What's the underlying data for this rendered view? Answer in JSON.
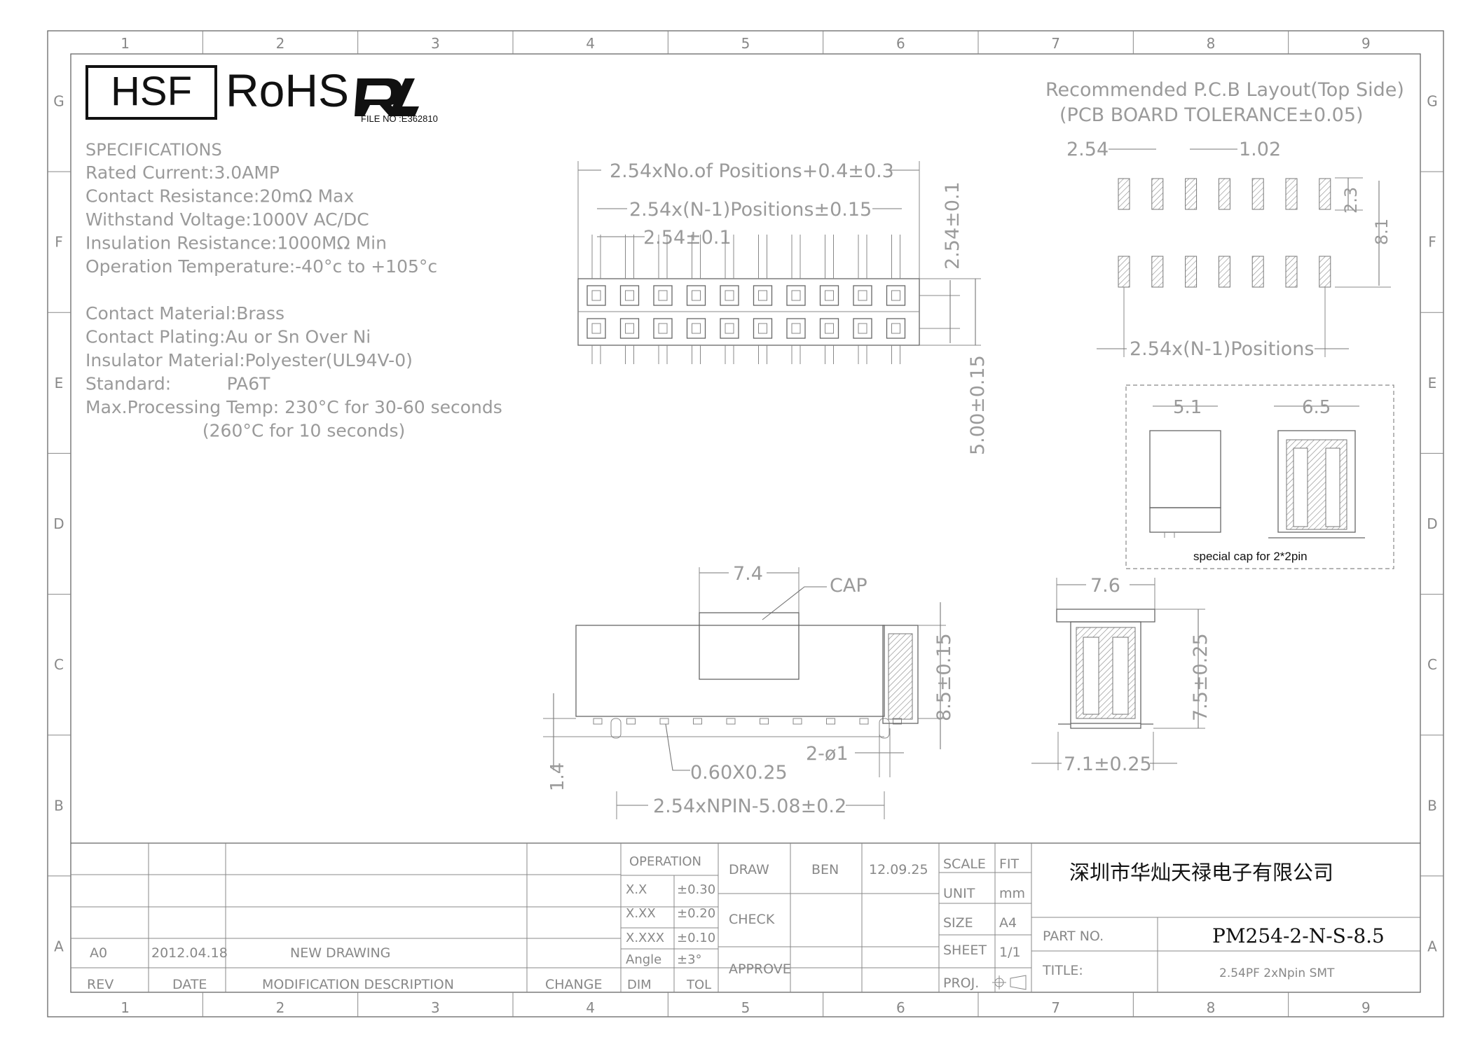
{
  "logos": {
    "hsf": "HSF",
    "rohs": "RoHS",
    "ul_file": "FILE NO :E362810"
  },
  "grid": {
    "columns": [
      "1",
      "2",
      "3",
      "4",
      "5",
      "6",
      "7",
      "8",
      "9"
    ],
    "rows": [
      "G",
      "F",
      "E",
      "D",
      "C",
      "B",
      "A"
    ]
  },
  "specs": {
    "heading": "SPECIFICATIONS",
    "lines": [
      "Rated Current:3.0AMP",
      "Contact Resistance:20mΩ Max",
      "Withstand Voltage:1000V AC/DC",
      "Insulation Resistance:1000MΩ Min",
      "Operation Temperature:-40°c to +105°c",
      "",
      "Contact Material:Brass",
      "Contact Plating:Au or Sn Over Ni",
      "Insulator Material:Polyester(UL94V-0)",
      "Standard:          PA6T",
      "Max.Processing Temp: 230°C for 30-60 seconds",
      "                     (260°C for 10 seconds)"
    ]
  },
  "top_view": {
    "dim_total": "2.54xNo.of Positions+0.4±0.3",
    "dim_pitch_span": "2.54x(N-1)Positions±0.15",
    "dim_pitch": "2.54±0.1",
    "dim_row_pitch": "2.54±0.1",
    "dim_width": "5.00±0.15"
  },
  "pcb_layout": {
    "title1": "Recommended P.C.B Layout(Top Side)",
    "title2": "(PCB BOARD TOLERANCE±0.05)",
    "dim_pitch": "2.54",
    "dim_pad_width": "1.02",
    "dim_pad_len": "2.3",
    "dim_row_span": "8.1",
    "dim_span": "2.54x(N-1)Positions"
  },
  "cap_detail": {
    "dim_a": "5.1",
    "dim_b": "6.5",
    "caption": "special cap for 2*2pin"
  },
  "side_view": {
    "dim_cap": "7.4",
    "cap_label": "CAP",
    "dim_height": "8.5±0.15",
    "dim_stand": "1.4",
    "dim_peg": "2-ø1",
    "dim_lead": "0.60X0.25",
    "dim_length": "2.54xNPIN-5.08±0.2"
  },
  "end_view": {
    "dim_top": "7.6",
    "dim_height": "7.5±0.25",
    "dim_base": "7.1±0.25"
  },
  "title_block": {
    "rev_row": {
      "rev": "A0",
      "date": "2012.04.18",
      "desc": "NEW DRAWING"
    },
    "rev_header": {
      "rev": "REV",
      "date": "DATE",
      "desc": "MODIFICATION DESCRIPTION",
      "change": "CHANGE"
    },
    "operation": "OPERATION",
    "tolerances": [
      {
        "dim": "X.X",
        "tol": "±0.30"
      },
      {
        "dim": "X.XX",
        "tol": "±0.20"
      },
      {
        "dim": "X.XXX",
        "tol": "±0.10"
      },
      {
        "dim": "Angle",
        "tol": "±3°"
      }
    ],
    "dim_label": "DIM",
    "tol_label": "TOL",
    "draw": "DRAW",
    "drawer": "BEN",
    "draw_date": "12.09.25",
    "check": "CHECK",
    "approve": "APPROVE",
    "scale": "SCALE",
    "scale_val": "FIT",
    "unit": "UNIT",
    "unit_val": "mm",
    "size": "SIZE",
    "size_val": "A4",
    "sheet": "SHEET",
    "sheet_val": "1/1",
    "proj": "PROJ.",
    "company": "深圳市华灿天禄电子有限公司",
    "part_label": "PART NO.",
    "part_no": "PM254-2-N-S-8.5",
    "title_label": "TITLE:",
    "title_val": "2.54PF 2xNpin SMT"
  }
}
